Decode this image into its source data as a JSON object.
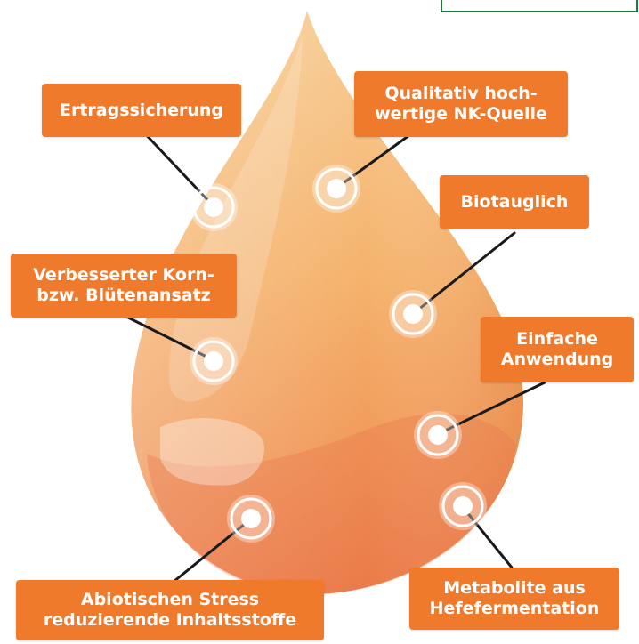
{
  "labels": {
    "ertrag": {
      "lines": [
        "Ertragssicherung"
      ]
    },
    "qualitativ": {
      "lines": [
        "Qualitativ hoch-",
        "wertige NK-Quelle"
      ]
    },
    "biotauglich": {
      "lines": [
        "Biotauglich"
      ]
    },
    "verbessert": {
      "lines": [
        "Verbesserter Korn-",
        "bzw. Blütenansatz"
      ]
    },
    "einfache": {
      "lines": [
        "Einfache",
        "Anwendung"
      ]
    },
    "abiotisch": {
      "lines": [
        "Abiotischen Stress",
        "reduzierende Inhaltsstoffe"
      ]
    },
    "metabolite": {
      "lines": [
        "Metabolite aus",
        "Hefefermentation"
      ]
    }
  },
  "colors": {
    "label_bg": "#f07a2c",
    "drop_top": "#f6c489",
    "drop_bottom": "#ef8a4f",
    "frame_border": "#1d7a3a"
  }
}
